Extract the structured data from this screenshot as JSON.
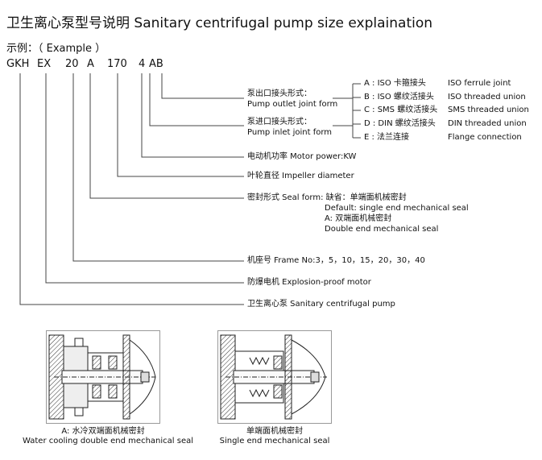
{
  "title": "卫生离心泵型号说明 Sanitary centrifugal pump size explaination",
  "example_label": "示例：（ Example ）",
  "code_parts": [
    "GKH",
    "EX",
    "20",
    "A",
    "170",
    "4",
    "AB"
  ],
  "outlet": {
    "zh": "泵出口接头形式：",
    "en": "Pump outlet joint form"
  },
  "inlet": {
    "zh": "泵进口接头形式：",
    "en": "Pump inlet joint form"
  },
  "joint_options": [
    {
      "code": "A : ISO 卡箍接头",
      "en": "ISO ferrule joint"
    },
    {
      "code": "B : ISO 螺纹活接头",
      "en": "ISO threaded union"
    },
    {
      "code": "C : SMS 螺纹活接头",
      "en": "SMS threaded union"
    },
    {
      "code": "D : DIN 螺纹活接头",
      "en": "DIN threaded union"
    },
    {
      "code": "E : 法兰连接",
      "en": "Flange connection"
    }
  ],
  "motor_power": "电动机功率 Motor power:KW",
  "impeller": "叶轮直径 Impeller diameter",
  "seal": {
    "line1": "密封形式 Seal form: 缺省：单端面机械密封",
    "line2": "Default: single end mechanical seal",
    "line3": "A: 双端面机械密封",
    "line4": "Double end mechanical seal"
  },
  "frame": "机座号 Frame No:3，5，10，15，20，30，40",
  "explosion": "防爆电机 Explosion-proof motor",
  "pump": "卫生离心泵 Sanitary centrifugal pump",
  "figures": [
    {
      "zh": "A: 水冷双端面机械密封",
      "en": "Water cooling double end mechanical seal"
    },
    {
      "zh": "单端面机械密封",
      "en": "Single end mechanical seal"
    }
  ]
}
